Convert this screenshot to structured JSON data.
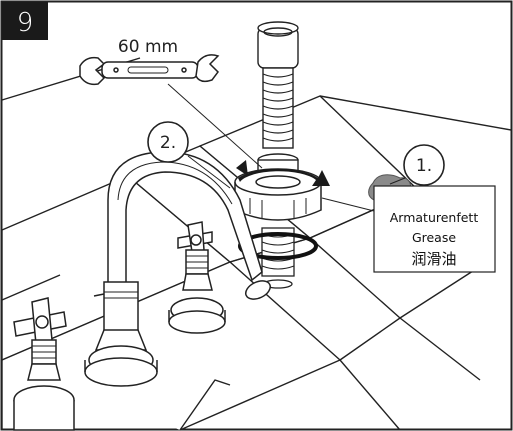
{
  "step": {
    "number": "9"
  },
  "wrench": {
    "size_label": "60 mm"
  },
  "steps": [
    {
      "label": "1."
    },
    {
      "label": "2."
    }
  ],
  "callout": {
    "line1": "Armaturenfett",
    "line2": "Grease",
    "line3": "润滑油"
  },
  "colors": {
    "frame": "#222222",
    "step_badge": "#1a1a1a",
    "grease_blob": "#8a8a8a",
    "background": "#ffffff"
  }
}
